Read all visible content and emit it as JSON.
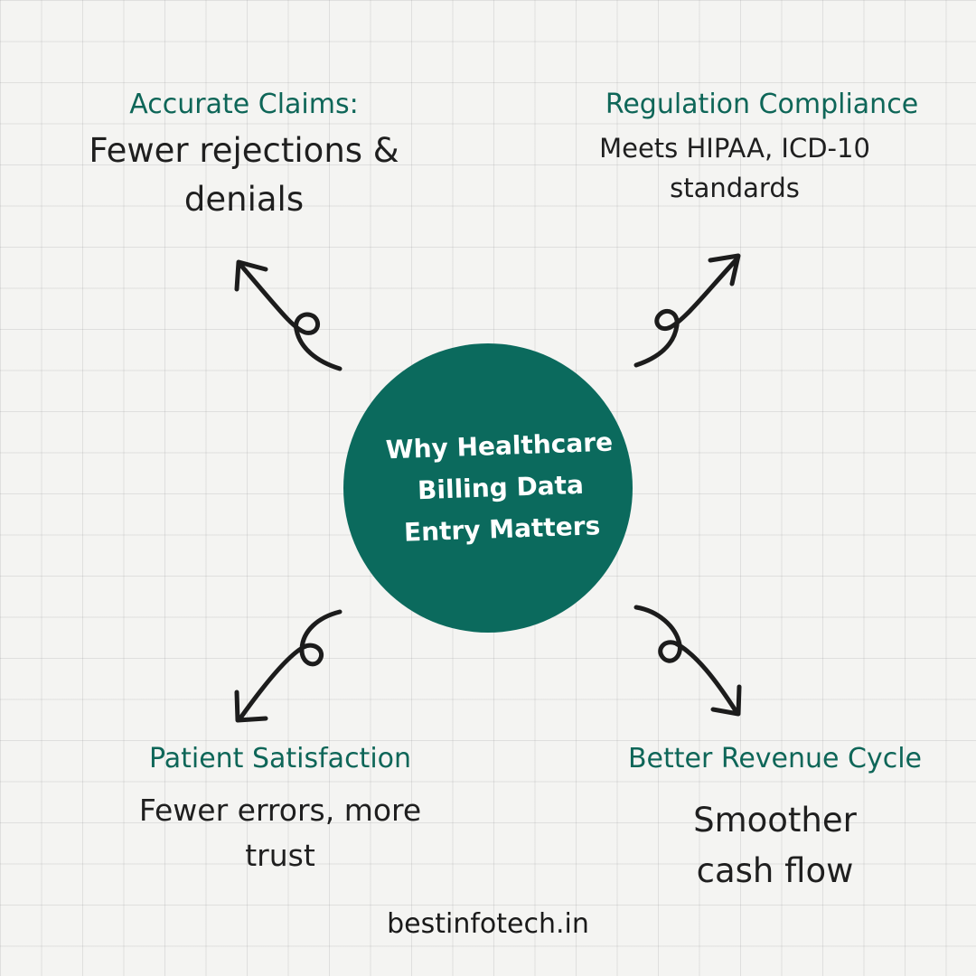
{
  "center": {
    "title": "Why Healthcare Billing Data Entry Matters"
  },
  "nodes": {
    "top_left": {
      "heading": "Accurate Claims:",
      "text": "Fewer rejections & denials"
    },
    "top_right": {
      "heading": "Regulation Compliance",
      "text": "Meets HIPAA, ICD-10 standards"
    },
    "bottom_left": {
      "heading": "Patient Satisfaction",
      "text": "Fewer errors, more trust"
    },
    "bottom_right": {
      "heading": "Better Revenue Cycle",
      "text": "Smoother cash flow"
    }
  },
  "footer": {
    "url": "bestinfotech.in"
  },
  "colors": {
    "accent": "#0b6a5d",
    "heading": "#0e6658",
    "text": "#1f1f1f"
  }
}
